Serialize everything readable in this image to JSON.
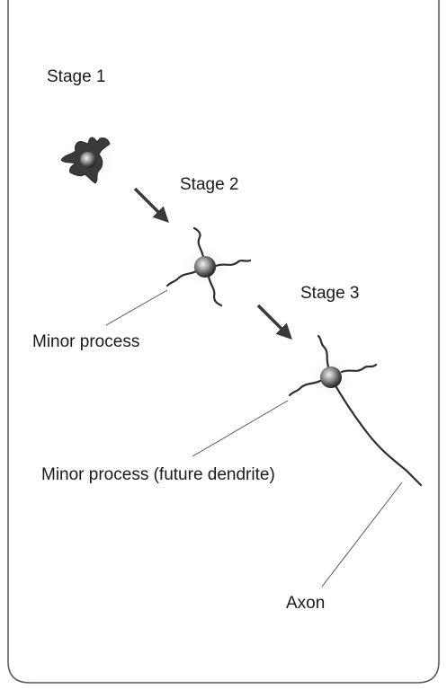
{
  "labels": {
    "stage1": "Stage 1",
    "stage2": "Stage 2",
    "stage3": "Stage 3",
    "minor_process": "Minor process",
    "minor_process_future": "Minor process (future dendrite)",
    "axon": "Axon"
  },
  "colors": {
    "frame": "#555555",
    "ink": "#333333",
    "cell_light": "#d8d8d8",
    "cell_dark": "#2a2a2a",
    "text": "#1a1a1a"
  }
}
